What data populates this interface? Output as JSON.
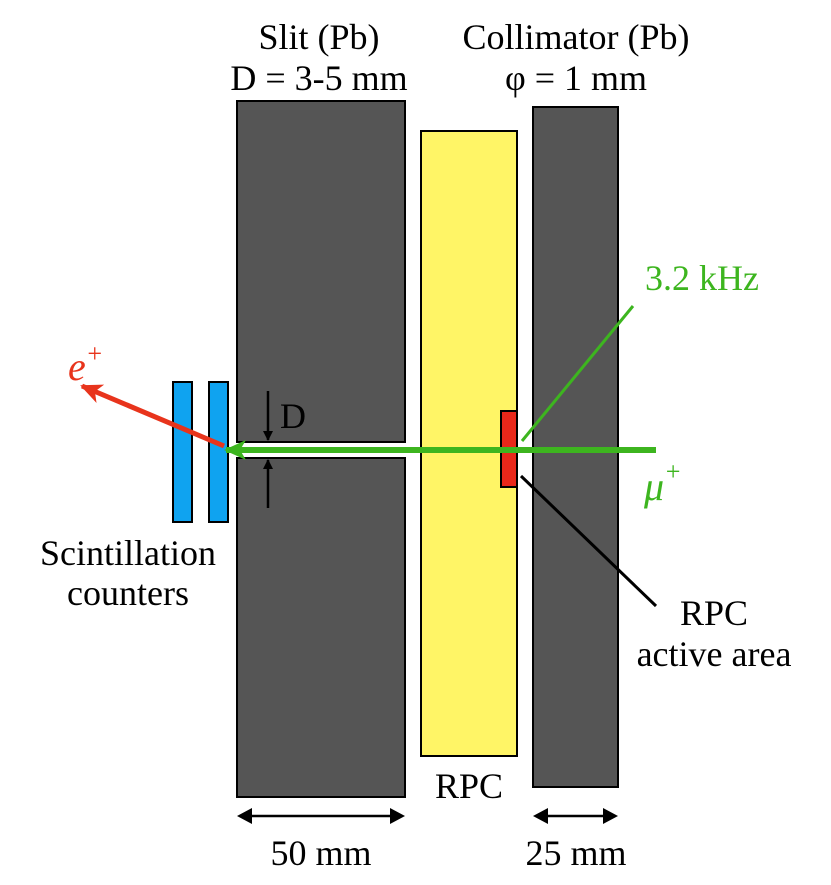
{
  "labels": {
    "slit_title": "Slit (Pb)",
    "slit_subtitle": "D = 3-5 mm",
    "collimator_title": "Collimator (Pb)",
    "collimator_subtitle": "φ = 1 mm",
    "rate": "3.2 kHz",
    "gap_label": "D",
    "positron": "e",
    "positron_sup": "+",
    "muon": "μ",
    "muon_sup": "+",
    "scint_line1": "Scintillation",
    "scint_line2": "counters",
    "rpc_active_line1": "RPC",
    "rpc_active_line2": "active area",
    "rpc": "RPC",
    "dim_slit": "50 mm",
    "dim_collimator": "25 mm"
  },
  "colors": {
    "lead": "#555555",
    "rpc": "#FFF566",
    "scintillator": "#0FA3F0",
    "active_area": "#E8271A",
    "muon_beam": "#3DB51F",
    "positron": "#E8341C",
    "outline": "#000000"
  }
}
